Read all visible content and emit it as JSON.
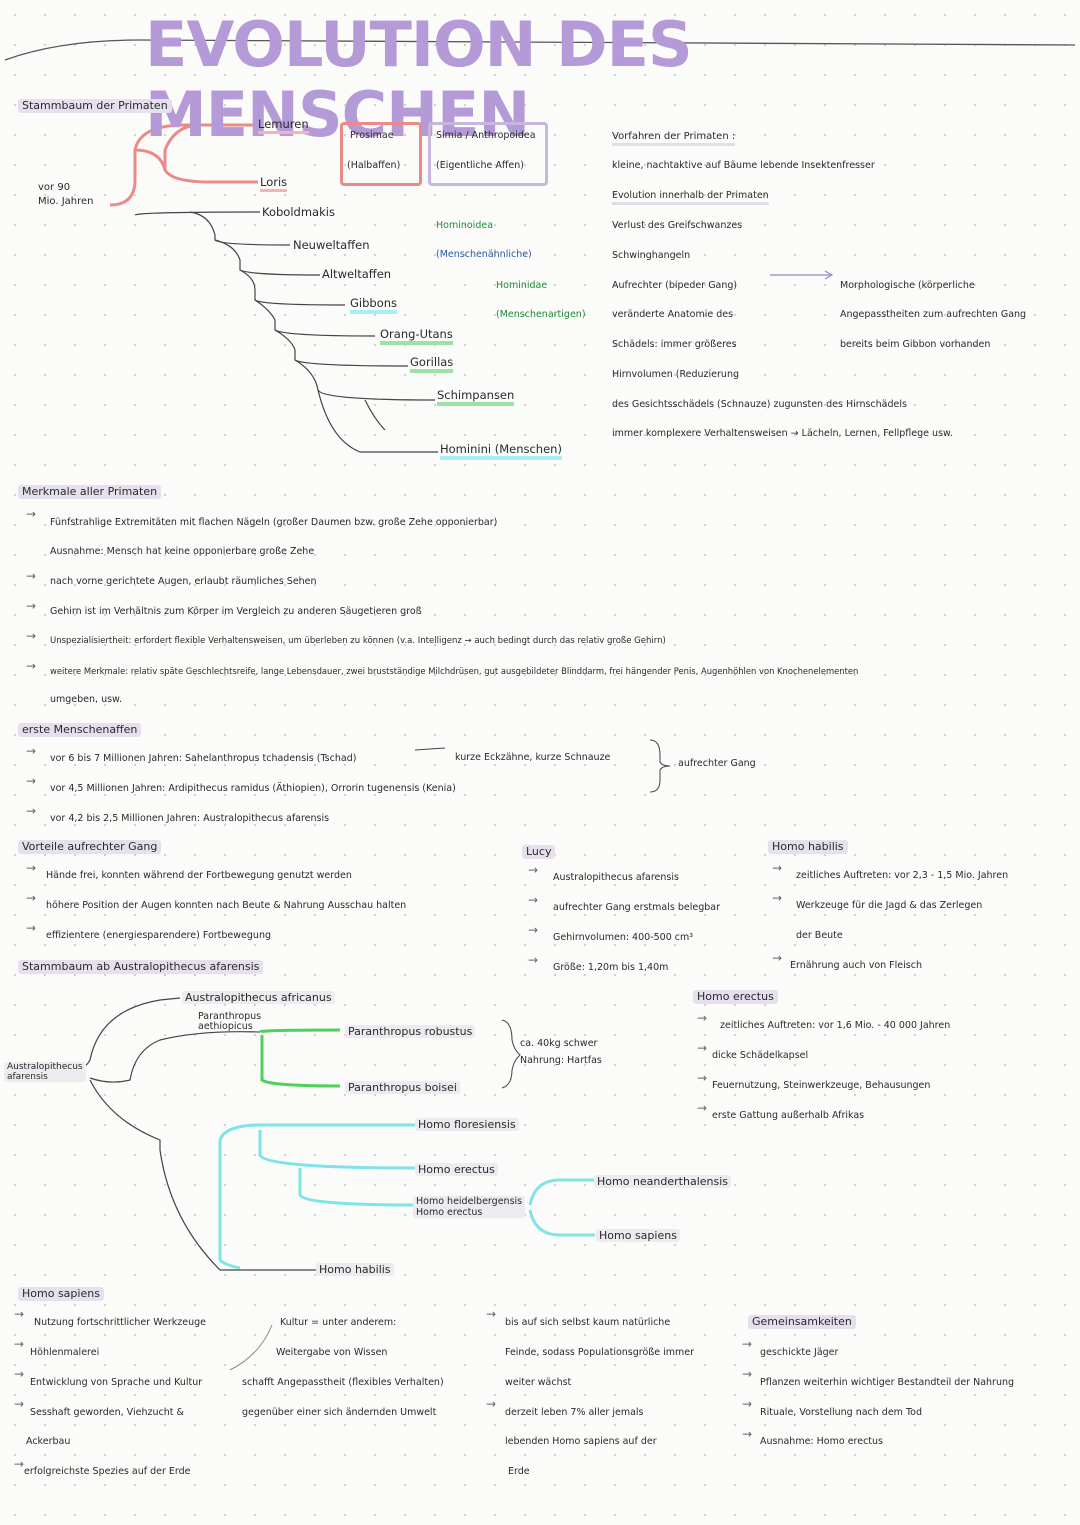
{
  "title": "EVOLUTION DES MENSCHEN",
  "colors": {
    "title": "#b49ad6",
    "prosimae": "#ea8b87",
    "simia": "#c9b6de",
    "green": "#4fd05a",
    "cyan": "#7fe3e8"
  },
  "primates": {
    "heading": "Stammbaum der Primaten",
    "time": [
      "vor 90",
      "Mio. Jahren"
    ],
    "lemuren": "Lemuren",
    "loris": "Loris",
    "koboldmakis": "Koboldmakis",
    "neuweltaffen": "Neuweltaffen",
    "altweltaffen": "Altweltaffen",
    "gibbons": "Gibbons",
    "orang": "Orang-Utans",
    "gorillas": "Gorillas",
    "schimpansen": "Schimpansen",
    "hominini": "Hominini (Menschen)",
    "prosimae": [
      "Prosimae",
      "(Halbaffen)"
    ],
    "simia": [
      "Simia / Anthropoidea",
      "(Eigentliche Affen)"
    ],
    "hominoidea": [
      "Hominoidea",
      "(Menschenähnliche)"
    ],
    "hominidae": [
      "Hominidae",
      "(Menschenartigen)"
    ]
  },
  "ancestors": {
    "heading": "Vorfahren der Primaten :",
    "desc": "kleine, nachtaktive auf Bäume lebende Insektenfresser",
    "evo_heading": "Evolution innerhalb der Primaten",
    "items": [
      "Verlust des Greifschwanzes",
      "Schwinghangeln",
      "Aufrechter (bipeder Gang)",
      "veränderte Anatomie des",
      "Schädels: immer größeres",
      "Hirnvolumen (Reduzierung",
      "des Gesichtsschädels (Schnauze) zugunsten des Hirnschädels",
      "immer komplexere Verhaltensweisen → Lächeln, Lernen, Fellpflege usw."
    ],
    "morph": [
      "Morphologische (körperliche",
      "Angepasstheiten zum aufrechten Gang",
      "bereits beim Gibbon vorhanden"
    ]
  },
  "features": {
    "heading": "Merkmale aller Primaten",
    "items": [
      "Fünfstrahlige Extremitäten mit flachen Nägeln (großer Daumen bzw. große Zehe opponierbar)",
      "Ausnahme: Mensch hat keine opponierbare große Zehe",
      "nach vorne gerichtete Augen, erlaubt räumliches Sehen",
      "Gehirn ist im Verhältnis zum Körper im Vergleich zu anderen Säugetieren groß",
      "Unspezialisiertheit: erfordert flexible Verhaltensweisen, um überleben zu können (v.a. Intelligenz → auch bedingt durch das relativ große Gehirn)",
      "weitere Merkmale: relativ späte Geschlechtsreife, lange Lebensdauer, zwei brustständige Milchdrüsen, gut ausgebildeter Blinddarm, frei hängender Penis, Augenhöhlen von Knochenelementen",
      "umgeben, usw."
    ]
  },
  "first_apes": {
    "heading": "erste Menschenaffen",
    "items": [
      "vor 6 bis 7 Millionen Jahren: Sahelanthropus tchadensis (Tschad)",
      "vor 4,5 Millionen Jahren: Ardipithecus ramidus (Äthiopien), Orrorin tugenensis (Kenia)",
      "vor 4,2 bis 2,5 Millionen Jahren: Australopithecus afarensis"
    ],
    "note1": "kurze Eckzähne, kurze Schnauze",
    "note2": "aufrechter Gang"
  },
  "advantages": {
    "heading": "Vorteile aufrechter Gang",
    "items": [
      "Hände frei, konnten während der Fortbewegung genutzt werden",
      "höhere Position der Augen konnten nach Beute & Nahrung Ausschau halten",
      "effizientere (energiesparendere) Fortbewegung"
    ]
  },
  "lucy": {
    "heading": "Lucy",
    "items": [
      "Australopithecus afarensis",
      "aufrechter Gang erstmals belegbar",
      "Gehirnvolumen: 400-500 cm³",
      "Größe: 1,20m bis 1,40m"
    ]
  },
  "habilis": {
    "heading": "Homo habilis",
    "items": [
      "zeitliches Auftreten: vor 2,3 - 1,5 Mio. Jahren",
      "Werkzeuge für die Jagd & das Zerlegen",
      "der Beute",
      "Ernährung auch von Fleisch"
    ]
  },
  "erectus": {
    "heading": "Homo erectus",
    "items": [
      "zeitliches Auftreten: vor 1,6 Mio. - 40 000 Jahren",
      "dicke Schädelkapsel",
      "Feuernutzung, Steinwerkzeuge, Behausungen",
      "erste Gattung außerhalb Afrikas"
    ]
  },
  "tree2": {
    "heading": "Stammbaum ab Australopithecus afarensis",
    "root": [
      "Australopithecus",
      "afarensis"
    ],
    "africanus": "Australopithecus africanus",
    "aethiopicus": [
      "Paranthropus",
      "aethiopicus"
    ],
    "robustus": "Paranthropus robustus",
    "boisei": "Paranthropus boisei",
    "paranthropus_note": [
      "ca. 40kg schwer",
      "Nahrung: Hartfas"
    ],
    "floresiensis": "Homo floresiensis",
    "erectus": "Homo erectus",
    "heidelbergensis": [
      "Homo heidelbergensis",
      "Homo erectus"
    ],
    "neanderthalensis": "Homo neanderthalensis",
    "sapiens": "Homo sapiens",
    "habilis": "Homo habilis"
  },
  "sapiens": {
    "heading": "Homo sapiens",
    "col1": [
      "Nutzung fortschrittlicher Werkzeuge",
      "Höhlenmalerei",
      "Entwicklung von Sprache und Kultur",
      "Sesshaft geworden, Viehzucht &",
      "Ackerbau",
      "erfolgreichste Spezies auf der Erde"
    ],
    "col2": [
      "Kultur = unter anderem:",
      "Weitergabe von Wissen",
      "schafft Angepasstheit (flexibles Verhalten)",
      "gegenüber einer sich ändernden Umwelt"
    ],
    "col3": [
      "bis auf sich selbst kaum natürliche",
      "Feinde, sodass Populationsgröße immer",
      "weiter wächst",
      "derzeit leben 7% aller jemals",
      "lebenden Homo sapiens auf der",
      "Erde"
    ],
    "common_heading": "Gemeinsamkeiten",
    "common": [
      "geschickte Jäger",
      "Pflanzen weiterhin wichtiger Bestandteil der Nahrung",
      "Rituale, Vorstellung nach dem Tod",
      "Ausnahme: Homo erectus"
    ]
  }
}
